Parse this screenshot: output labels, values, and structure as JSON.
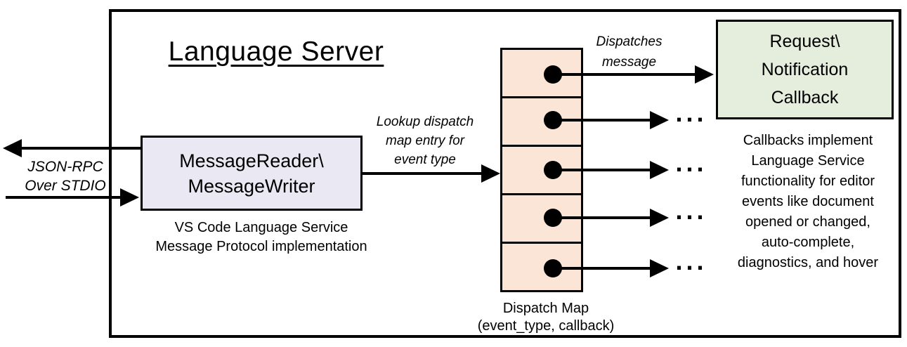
{
  "diagram": {
    "title": "Language Server",
    "reader_box": {
      "line1": "MessageReader\\",
      "line2": "MessageWriter",
      "caption_line1": "VS Code Language Service",
      "caption_line2": "Message Protocol implementation"
    },
    "stdio_label": {
      "line1": "JSON-RPC",
      "line2": "Over STDIO"
    },
    "lookup_label": {
      "line1": "Lookup dispatch",
      "line2": "map entry for",
      "line3": "event type"
    },
    "dispatches_label": {
      "line1": "Dispatches",
      "line2": "message"
    },
    "dispatch_map": {
      "row_count": 5,
      "caption_line1": "Dispatch Map",
      "caption_line2": "(event_type, callback)"
    },
    "callback_box": {
      "line1": "Request\\",
      "line2": "Notification",
      "line3": "Callback"
    },
    "callbacks_note": [
      "Callbacks implement",
      "Language Service",
      "functionality for editor",
      "events like document",
      "opened or changed,",
      "auto-complete,",
      "diagnostics, and hover"
    ],
    "ellipsis": "..."
  },
  "colors": {
    "stroke": "#000000",
    "reader_fill": "#EAE8F2",
    "dispatch_fill": "#FBE5D6",
    "callback_fill": "#E5EEDD"
  }
}
